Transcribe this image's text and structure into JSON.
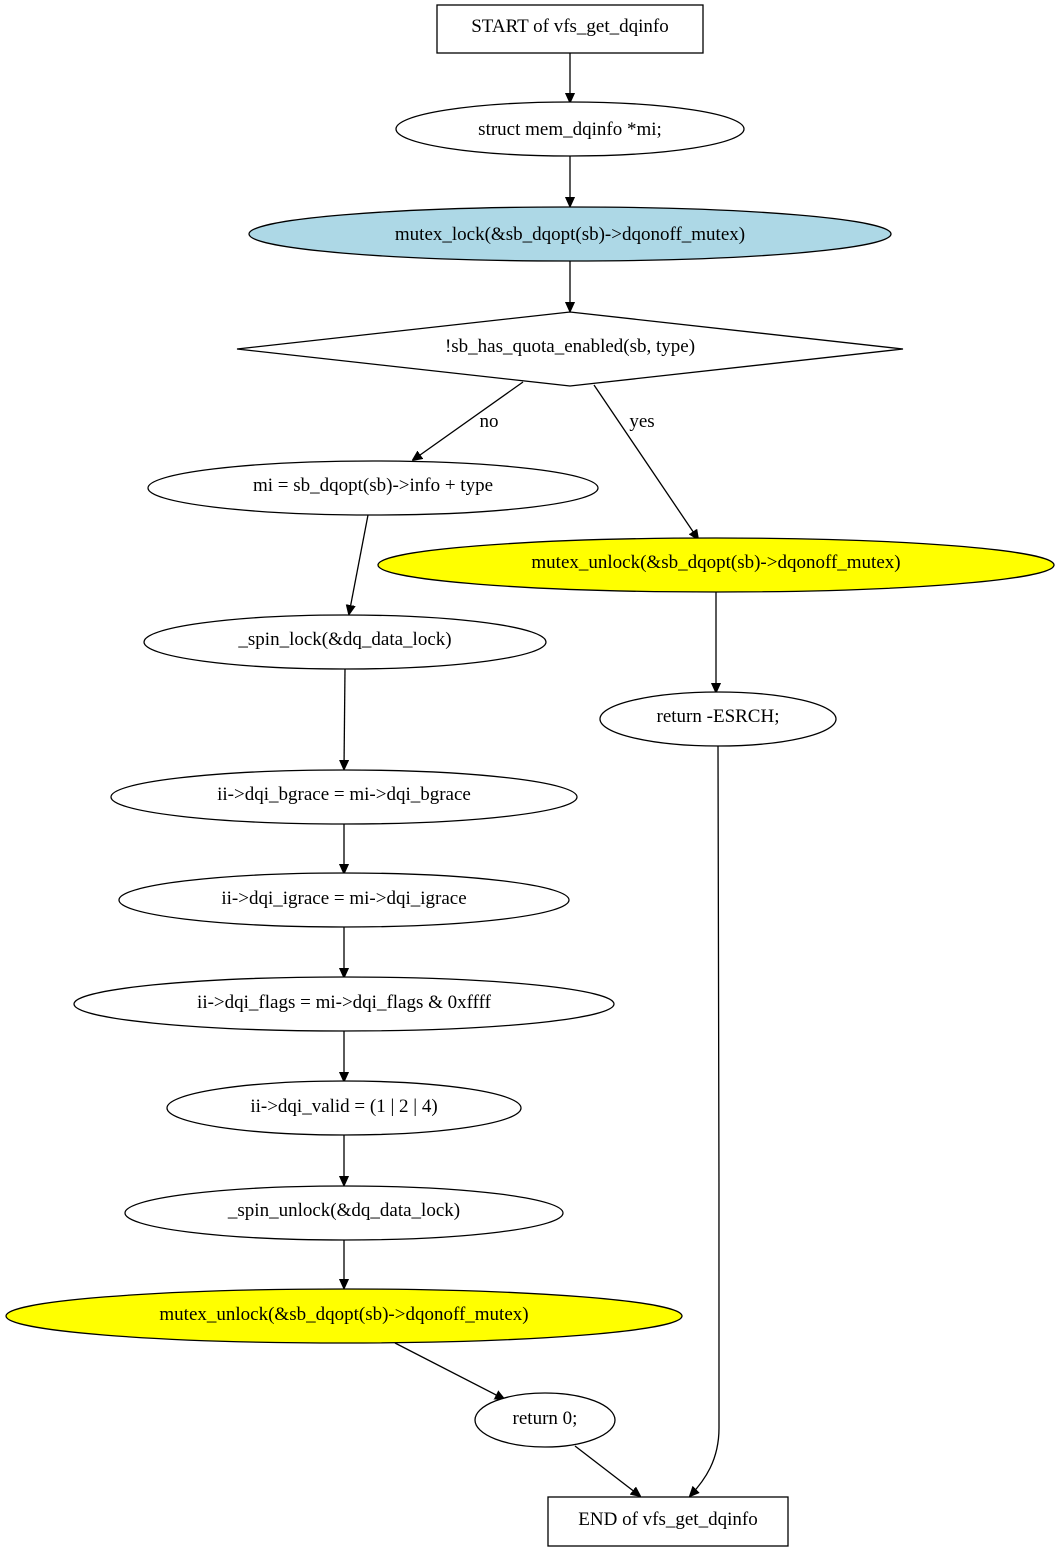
{
  "colors": {
    "background": "#ffffff",
    "line": "#000000",
    "default_fill": "#ffffff",
    "lock_fill": "#add8e6",
    "unlock_fill": "#ffff00"
  },
  "nodes": {
    "start": {
      "label": "START of vfs_get_dqinfo",
      "shape": "box"
    },
    "decl_mi": {
      "label": "struct mem_dqinfo *mi;",
      "shape": "ellipse"
    },
    "mutex_lock": {
      "label": "mutex_lock(&sb_dqopt(sb)->dqonoff_mutex)",
      "shape": "ellipse",
      "fill": "lock_fill"
    },
    "cond": {
      "label": "!sb_has_quota_enabled(sb, type)",
      "shape": "diamond"
    },
    "assign_mi": {
      "label": "mi = sb_dqopt(sb)->info + type",
      "shape": "ellipse"
    },
    "spin_lock": {
      "label": "_spin_lock(&dq_data_lock)",
      "shape": "ellipse"
    },
    "bgrace": {
      "label": "ii->dqi_bgrace = mi->dqi_bgrace",
      "shape": "ellipse"
    },
    "igrace": {
      "label": "ii->dqi_igrace = mi->dqi_igrace",
      "shape": "ellipse"
    },
    "flags": {
      "label": "ii->dqi_flags = mi->dqi_flags & 0xffff",
      "shape": "ellipse"
    },
    "valid": {
      "label": "ii->dqi_valid = (1 | 2 | 4)",
      "shape": "ellipse"
    },
    "spin_unlock": {
      "label": "_spin_unlock(&dq_data_lock)",
      "shape": "ellipse"
    },
    "unlock_left": {
      "label": "mutex_unlock(&sb_dqopt(sb)->dqonoff_mutex)",
      "shape": "ellipse",
      "fill": "unlock_fill"
    },
    "return_zero": {
      "label": "return 0;",
      "shape": "ellipse"
    },
    "unlock_right": {
      "label": "mutex_unlock(&sb_dqopt(sb)->dqonoff_mutex)",
      "shape": "ellipse",
      "fill": "unlock_fill"
    },
    "return_esrch": {
      "label": "return -ESRCH;",
      "shape": "ellipse"
    },
    "end": {
      "label": "END of vfs_get_dqinfo",
      "shape": "box"
    }
  },
  "edges": [
    {
      "from": "start",
      "to": "decl_mi"
    },
    {
      "from": "decl_mi",
      "to": "mutex_lock"
    },
    {
      "from": "mutex_lock",
      "to": "cond"
    },
    {
      "from": "cond",
      "to": "assign_mi",
      "label": "no"
    },
    {
      "from": "cond",
      "to": "unlock_right",
      "label": "yes"
    },
    {
      "from": "assign_mi",
      "to": "spin_lock"
    },
    {
      "from": "spin_lock",
      "to": "bgrace"
    },
    {
      "from": "bgrace",
      "to": "igrace"
    },
    {
      "from": "igrace",
      "to": "flags"
    },
    {
      "from": "flags",
      "to": "valid"
    },
    {
      "from": "valid",
      "to": "spin_unlock"
    },
    {
      "from": "spin_unlock",
      "to": "unlock_left"
    },
    {
      "from": "unlock_left",
      "to": "return_zero"
    },
    {
      "from": "return_zero",
      "to": "end"
    },
    {
      "from": "unlock_right",
      "to": "return_esrch"
    },
    {
      "from": "return_esrch",
      "to": "end"
    }
  ]
}
